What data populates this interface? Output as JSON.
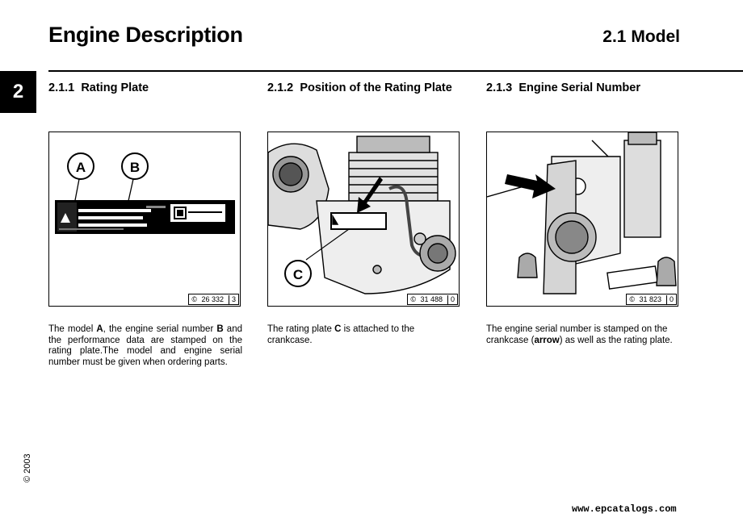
{
  "header": {
    "title": "Engine Description",
    "chapter": "2.1 Model",
    "tab": "2"
  },
  "sections": [
    {
      "number": "2.1.1",
      "heading": "Rating Plate",
      "figure_ref": "26 332",
      "figure_rev": "3",
      "callouts": [
        "A",
        "B"
      ],
      "desc_parts": [
        "The model ",
        "A",
        ", the engine serial number ",
        "B",
        " and the performance data are stamped on the rating plate.The model and engine serial number must be given when ordering parts."
      ]
    },
    {
      "number": "2.1.2",
      "heading": "Position of the Rating Plate",
      "figure_ref": "31 488",
      "figure_rev": "0",
      "callouts": [
        "C"
      ],
      "desc_parts": [
        "The rating plate ",
        "C",
        " is attached to the crankcase."
      ]
    },
    {
      "number": "2.1.3",
      "heading": "Engine Serial Number",
      "figure_ref": "31 823",
      "figure_rev": "0",
      "desc_parts": [
        "The engine serial number is stamped on the crankcase (",
        "arrow",
        ") as well as the rating plate."
      ]
    }
  ],
  "footer": {
    "copyright": "© 2003",
    "website": "www.epcatalogs.com"
  }
}
